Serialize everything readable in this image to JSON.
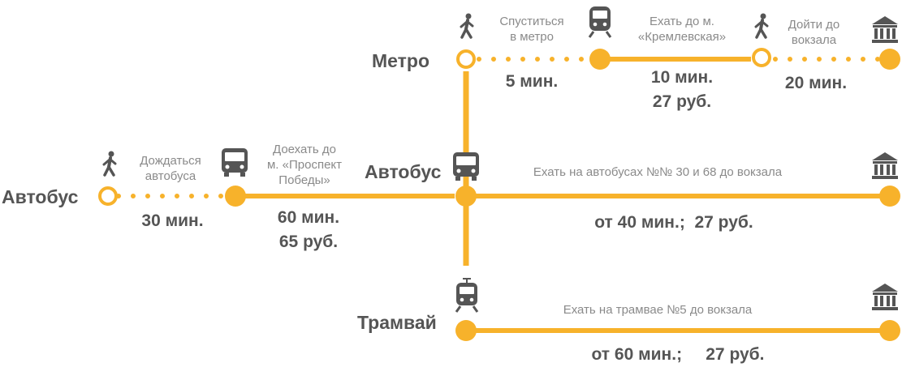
{
  "colors": {
    "accent": "#f7b22b",
    "text": "#555555",
    "note": "#8a8a8a"
  },
  "left_route": {
    "mode_label": "Автобус",
    "walk": {
      "note": "Дождаться\nавтобуса",
      "time": "30 мин.",
      "icon": "pedestrian-icon"
    },
    "ride": {
      "note": "Доехать до\nм. «Проспект\nПобеды»",
      "time": "60 мин.",
      "price": "65 руб.",
      "icon": "bus-icon"
    }
  },
  "metro": {
    "mode_label": "Метро",
    "walk1": {
      "note": "Спуститься\nв метро",
      "time": "5 мин.",
      "icon": "pedestrian-icon"
    },
    "ride": {
      "note": "Ехать до м.\n«Кремлевская»",
      "time": "10 мин.",
      "price": "27 руб.",
      "icon": "metro-train-icon"
    },
    "walk2": {
      "note": "Дойти до\nвокзала",
      "time": "20 мин.",
      "icon": "pedestrian-icon"
    },
    "dest_icon": "station-building-icon"
  },
  "bus": {
    "mode_label": "Автобус",
    "note": "Ехать на автобусах №№ 30 и 68 до вокзала",
    "summary": "от 40 мин.;  27 руб.",
    "icon": "bus-icon",
    "dest_icon": "station-building-icon"
  },
  "tram": {
    "mode_label": "Трамвай",
    "note": "Ехать на трамвае №5 до вокзала",
    "summary": "от 60 мин.;     27 руб.",
    "icon": "tram-icon",
    "dest_icon": "station-building-icon"
  }
}
